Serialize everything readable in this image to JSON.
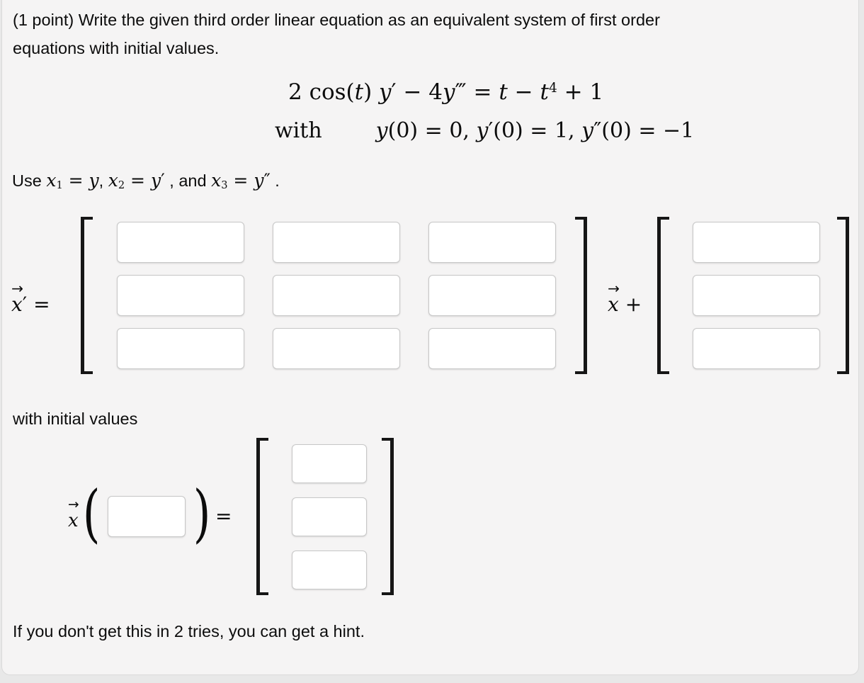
{
  "colors": {
    "page_bg": "#e8e8e8",
    "panel_bg": "#f5f4f4",
    "panel_border": "#dadada",
    "input_bg": "#ffffff",
    "input_border": "#c7c7c7",
    "text": "#0c0c0c",
    "bracket": "#161616"
  },
  "intro": {
    "line1": "(1 point) Write the given third order linear equation as an equivalent system of first order",
    "line2": "equations with initial values."
  },
  "equation": {
    "line1_segments": [
      {
        "t": "2 cos(",
        "c": "rm"
      },
      {
        "t": "t",
        "c": "it"
      },
      {
        "t": ") ",
        "c": "rm"
      },
      {
        "t": "y",
        "c": "it"
      },
      {
        "t": "′ − 4",
        "c": "rm"
      },
      {
        "t": "y",
        "c": "it"
      },
      {
        "t": "‴ = ",
        "c": "rm"
      },
      {
        "t": "t",
        "c": "it"
      },
      {
        "t": " − ",
        "c": "rm"
      },
      {
        "t": "t",
        "c": "it"
      },
      {
        "t": "4",
        "c": "sup"
      },
      {
        "t": " + 1",
        "c": "rm"
      }
    ],
    "with_label": "with",
    "conditions_segments": [
      {
        "t": "y",
        "c": "it"
      },
      {
        "t": "(0) = 0,  ",
        "c": "rm"
      },
      {
        "t": "y",
        "c": "it"
      },
      {
        "t": "′(0) = 1,  ",
        "c": "rm"
      },
      {
        "t": "y",
        "c": "it"
      },
      {
        "t": "″(0) = −1",
        "c": "rm"
      }
    ]
  },
  "substitution_segments": [
    {
      "t": "Use ",
      "c": "sf"
    },
    {
      "t": "x",
      "c": "it"
    },
    {
      "t": "1",
      "c": "sub"
    },
    {
      "t": " = ",
      "c": "rm"
    },
    {
      "t": "y",
      "c": "it"
    },
    {
      "t": ", ",
      "c": "sf"
    },
    {
      "t": "x",
      "c": "it"
    },
    {
      "t": "2",
      "c": "sub"
    },
    {
      "t": " = ",
      "c": "rm"
    },
    {
      "t": "y",
      "c": "it"
    },
    {
      "t": "′",
      "c": "rm"
    },
    {
      "t": " , and ",
      "c": "sf"
    },
    {
      "t": "x",
      "c": "it"
    },
    {
      "t": "3",
      "c": "sub"
    },
    {
      "t": " = ",
      "c": "rm"
    },
    {
      "t": "y",
      "c": "it"
    },
    {
      "t": "″",
      "c": "rm"
    },
    {
      "t": " .",
      "c": "sf"
    }
  ],
  "system": {
    "vector_arrow": "→",
    "x_symbol": "x",
    "prime": "′",
    "equals": "=",
    "plus": "+",
    "matrix": [
      [
        "",
        "",
        ""
      ],
      [
        "",
        "",
        ""
      ],
      [
        "",
        "",
        ""
      ]
    ],
    "vector": [
      "",
      "",
      ""
    ]
  },
  "initial_values": {
    "heading": "with initial values",
    "vector_arrow": "→",
    "x_symbol": "x",
    "open_paren": "(",
    "close_paren": ")",
    "equals": "=",
    "time_value": "",
    "vector": [
      "",
      "",
      ""
    ]
  },
  "hint": "If you don't get this in 2 tries, you can get a hint."
}
